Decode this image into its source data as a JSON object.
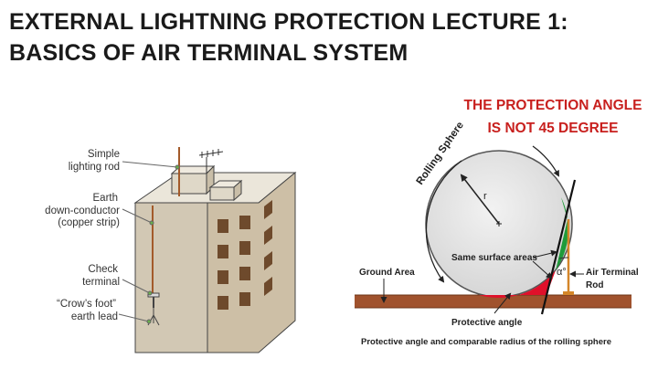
{
  "title": {
    "line1": "EXTERNAL LIGHTNING PROTECTION LECTURE 1:",
    "line2": "BASICS OF AIR TERMINAL SYSTEM"
  },
  "building_diagram": {
    "labels": {
      "rod_1": "Simple",
      "rod_2": "lighting rod",
      "conductor_1": "Earth",
      "conductor_2": "down-conductor",
      "conductor_3": "(copper strip)",
      "terminal_1": "Check",
      "terminal_2": "terminal",
      "crowsfoot_1": "“Crow’s foot”",
      "crowsfoot_2": "earth lead"
    }
  },
  "sphere_diagram": {
    "headline_1": "THE PROTECTION ANGLE",
    "headline_2": "IS NOT 45 DEGREE",
    "rolling_sphere": "Rolling Sphere",
    "radius": "r",
    "same_surface": "Same surface areas",
    "alpha": "α°",
    "ground_area": "Ground Area",
    "air_terminal_1": "Air Terminal",
    "air_terminal_2": "Rod",
    "protective_angle": "Protective angle",
    "caption": "Protective angle and comparable radius of the rolling sphere"
  },
  "colors": {
    "headline_red": "#c8201e",
    "ground_brown": "#a0522d",
    "rod_orange": "#d4862a",
    "sphere_gray": "#e2e2e2",
    "area_green": "#1f9b3a",
    "area_red": "#e0102a",
    "building_face": "#d6cdbb",
    "window_brown": "#6e4a2c"
  }
}
